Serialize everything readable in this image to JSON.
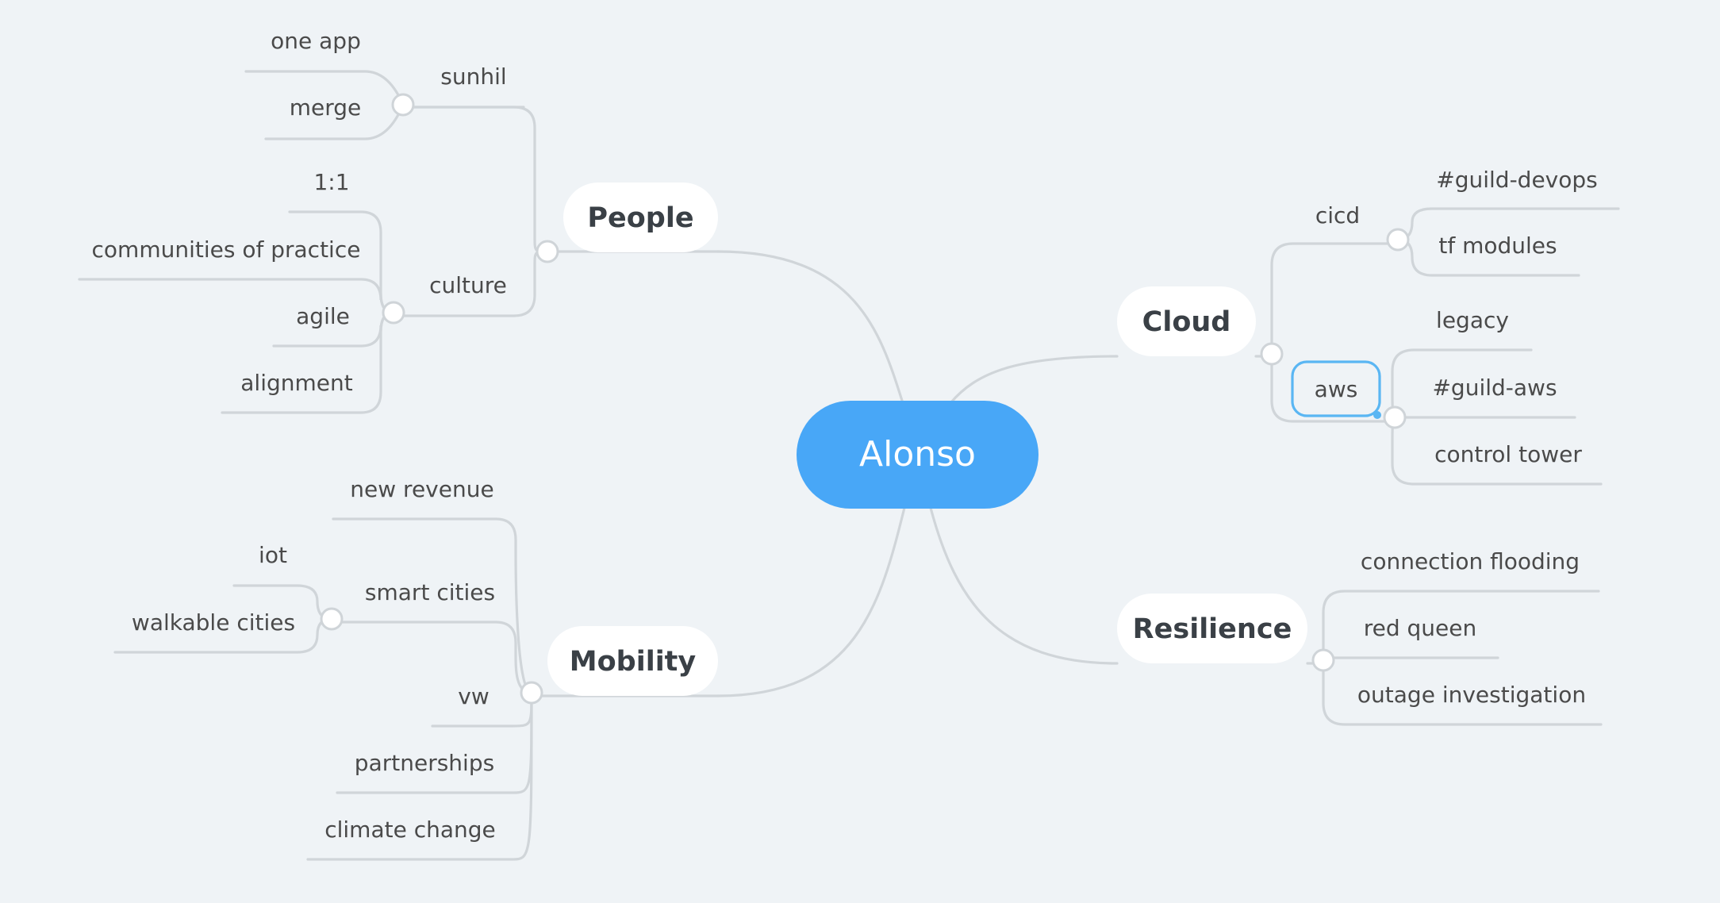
{
  "map": {
    "root": {
      "label": "Alonso"
    },
    "branches": [
      {
        "key": "people",
        "label": "People",
        "children": [
          {
            "key": "sunhil",
            "label": "sunhil",
            "children": [
              {
                "key": "one-app",
                "label": "one app"
              },
              {
                "key": "merge",
                "label": "merge"
              }
            ]
          },
          {
            "key": "culture",
            "label": "culture",
            "children": [
              {
                "key": "one-on-one",
                "label": "1:1"
              },
              {
                "key": "communities-of-practice",
                "label": "communities of practice"
              },
              {
                "key": "agile",
                "label": "agile"
              },
              {
                "key": "alignment",
                "label": "alignment"
              }
            ]
          }
        ]
      },
      {
        "key": "mobility",
        "label": "Mobility",
        "children": [
          {
            "key": "new-revenue",
            "label": "new revenue"
          },
          {
            "key": "smart-cities",
            "label": "smart cities",
            "children": [
              {
                "key": "iot",
                "label": "iot"
              },
              {
                "key": "walkable-cities",
                "label": "walkable cities"
              }
            ]
          },
          {
            "key": "vw",
            "label": "vw"
          },
          {
            "key": "partnerships",
            "label": "partnerships"
          },
          {
            "key": "climate-change",
            "label": "climate change"
          }
        ]
      },
      {
        "key": "cloud",
        "label": "Cloud",
        "children": [
          {
            "key": "cicd",
            "label": "cicd",
            "children": [
              {
                "key": "guild-devops",
                "label": "#guild-devops"
              },
              {
                "key": "tf-modules",
                "label": "tf modules"
              }
            ]
          },
          {
            "key": "aws",
            "label": "aws",
            "selected": true,
            "children": [
              {
                "key": "legacy",
                "label": "legacy"
              },
              {
                "key": "guild-aws",
                "label": "#guild-aws"
              },
              {
                "key": "control-tower",
                "label": "control tower"
              }
            ]
          }
        ]
      },
      {
        "key": "resilience",
        "label": "Resilience",
        "children": [
          {
            "key": "connection-flooding",
            "label": "connection flooding"
          },
          {
            "key": "red-queen",
            "label": "red queen"
          },
          {
            "key": "outage-investigation",
            "label": "outage investigation"
          }
        ]
      }
    ]
  },
  "colors": {
    "background": "#eff3f6",
    "root_fill": "#48a7f7",
    "line": "#d0d5d9",
    "selection": "#5ab6f3"
  }
}
